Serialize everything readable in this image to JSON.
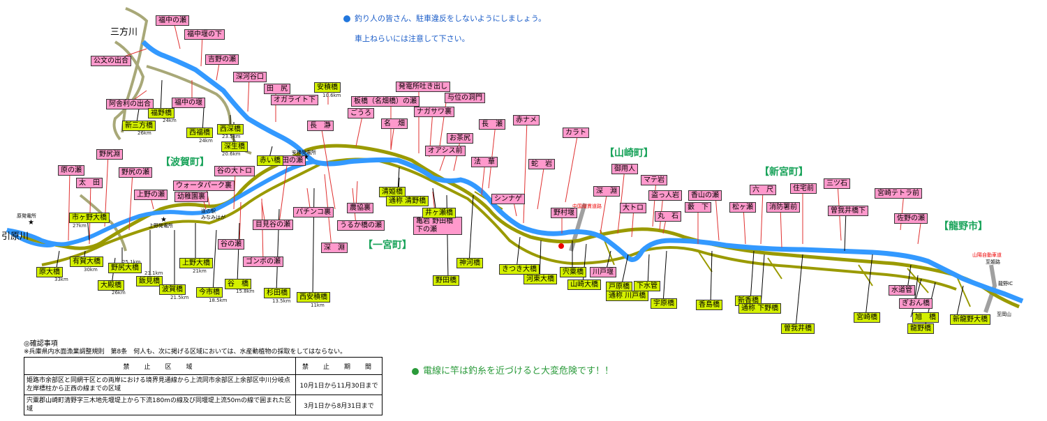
{
  "notice": {
    "line1": "釣り人の皆さん、駐車違反をしないようにしましょう。",
    "line2": "車上ねらいには注意して下さい。",
    "warning": "電線に竿は釣糸を近づけると大変危険です！！"
  },
  "colors": {
    "river": "#3399ff",
    "road": "#9a9a00",
    "trail": "#a8a878",
    "pink_label": "#ff99cc",
    "bridge_label": "#d4f000",
    "town": "#19a35a"
  },
  "rivers": {
    "sankata": "三方川",
    "hikihara": "引原川"
  },
  "towns": {
    "haga": "【波賀町】",
    "ichinomiya": "【一宮町】",
    "yamasaki": "【山崎町】",
    "shingu": "【新宮町】",
    "tatsuno": "【龍野市】"
  },
  "pink_labels": [
    "福中の瀬",
    "福中堰の下",
    "公文の出合",
    "吉野の瀬",
    "深河谷口",
    "田　尻",
    "安積橋",
    "オガライト下",
    "福中の堰",
    "阿舎利の出合",
    "発電所吐き出し",
    "与位の洞門",
    "板橋（名畑橋）の瀬",
    "ごうろ",
    "ナガサワ裏",
    "名　畑",
    "長　瀞",
    "お茶尻",
    "長　瀬",
    "赤ナメ",
    "オアシス前",
    "カラト",
    "野尻淵",
    "原の瀬",
    "太　田",
    "野尻の瀬",
    "杉田の瀬",
    "谷の大トロ",
    "法　華",
    "蛇　岩",
    "御用人",
    "マテ岩",
    "深　淵",
    "盗っ人岩",
    "香山の瀬",
    "六　尺",
    "住宅前",
    "三ツ石",
    "宮崎テトラ前",
    "ウォータパーク裏",
    "幼稚園裏",
    "上野の瀬",
    "亀岩 野田橋下の瀬",
    "農協裏",
    "シンナゲ",
    "大トロ",
    "丸　石",
    "藪　下",
    "松ヶ瀬",
    "消防署前",
    "佐野の瀬",
    "パチンコ裏",
    "野村堰",
    "目見谷の瀬",
    "谷の瀬",
    "うるか橋の瀬",
    "ゴンボの瀬",
    "深　淵"
  ],
  "bridge_labels": [
    "新三方橋",
    "福野橋",
    "西福橋",
    "西深橋",
    "深生橋",
    "赤い橋",
    "清姫橋",
    "通称 清野橋",
    "井ヶ瀬橋",
    "市ヶ野大橋",
    "有賀大橋",
    "原大橋",
    "野尻大橋",
    "大殿橋",
    "飯見橋",
    "上野大橋",
    "波賀橋",
    "今市橋",
    "谷　橋",
    "杉田橋",
    "西安積橋",
    "神河橋",
    "野田橋",
    "きつき大橋",
    "河東大橋",
    "宍粟橋",
    "山崎大橋",
    "川戸堰",
    "戸原橋",
    "通称 川戸橋",
    "下水管",
    "宇原橋",
    "香島橋",
    "新香橋",
    "通称 下野橋",
    "曽我井橋下",
    "曽我井橋",
    "宮崎橋",
    "水道管",
    "ぎおん橋",
    "旭　橋",
    "龍野橋",
    "新龍野大橋"
  ],
  "distances": [
    "10.6km",
    "26km",
    "24km",
    "23.5km",
    "20.6km",
    "27km",
    "30km",
    "33km",
    "25.1km",
    "26km",
    "23.1km",
    "21km",
    "21.5km",
    "18.5km",
    "15.8km",
    "13.5km",
    "11km"
  ],
  "places": {
    "hatsudensho": "原発電所",
    "michinoeki": "道の駅",
    "michinoeki_sub": "みなみはが",
    "ueno_hatsuden": "上野発電所",
    "anshu_hatsuden": "安積発電所",
    "chugoku_exp": "中国縦貫道路",
    "sanyo_exp": "山陽自動車道",
    "sanyo_sub": "至姫路",
    "tatsuno_ic": "龍野IC",
    "oka": "至岡山"
  },
  "rules": {
    "title": "◎確認事項",
    "note": "※兵庫県内水面漁業調整規則　第8条　何人も、次に掲げる区域においては、水産動植物の採取をしてはならない。",
    "header_area": "禁　止　区　域",
    "header_period": "禁　止　期　間",
    "rows": [
      {
        "area": "姫路市余部区と同網干区との両岸における境界見通線から上流同市余部区上余部区中川分岐点左岸標柱から正西の線までの区域",
        "period": "10月1日から11月30日まで"
      },
      {
        "area": "宍粟郡山崎町清野字三木地先堰堤上から下流180mの線及び同堰堤上流50mの線で囲まれた区域",
        "period": "3月1日から8月31日まで"
      }
    ]
  }
}
